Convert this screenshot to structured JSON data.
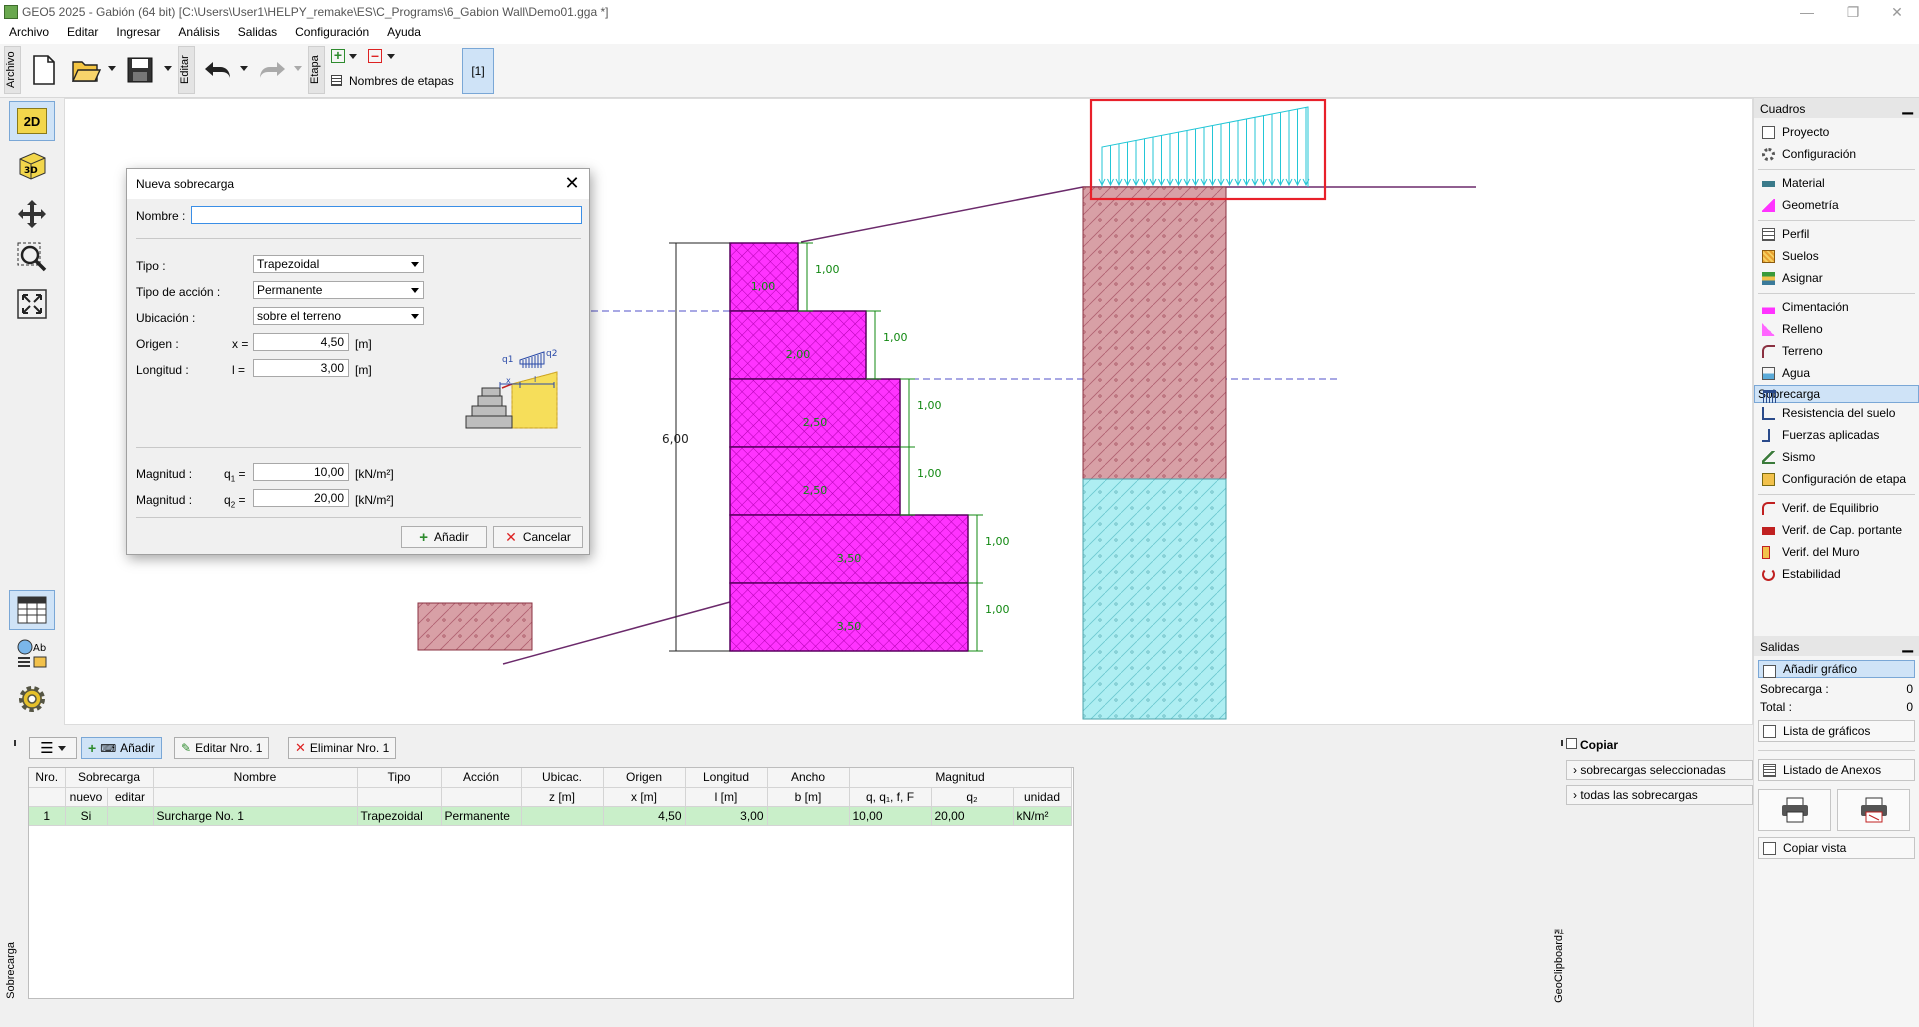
{
  "window": {
    "title": "GEO5 2025 - Gabión (64 bit) [C:\\Users\\User1\\HELPY_remake\\ES\\C_Programs\\6_Gabion Wall\\Demo01.gga *]"
  },
  "menu": [
    "Archivo",
    "Editar",
    "Ingresar",
    "Análisis",
    "Salidas",
    "Configuración",
    "Ayuda"
  ],
  "toolbar": {
    "archivo_tab": "Archivo",
    "editar_tab": "Editar",
    "etapa_tab": "Etapa",
    "stage_names": "Nombres de etapas",
    "stage_number": "[1]"
  },
  "left_tools": {
    "view_2d": "2D",
    "view_3d": "3D"
  },
  "dialog": {
    "title": "Nueva sobrecarga",
    "name_label": "Nombre :",
    "name_value": "",
    "type_label": "Tipo :",
    "type_value": "Trapezoidal",
    "action_label": "Tipo de acción :",
    "action_value": "Permanente",
    "location_label": "Ubicación :",
    "location_value": "sobre el terreno",
    "origin_label": "Origen :",
    "origin_var": "x =",
    "origin_value": "4,50",
    "origin_unit": "[m]",
    "length_label": "Longitud :",
    "length_var": "l =",
    "length_value": "3,00",
    "length_unit": "[m]",
    "mag1_label": "Magnitud :",
    "mag1_var": "q",
    "mag1_sub": "1",
    "mag1_eq": " =",
    "mag1_value": "10,00",
    "mag1_unit": "[kN/m²]",
    "mag2_label": "Magnitud :",
    "mag2_var": "q",
    "mag2_sub": "2",
    "mag2_eq": " =",
    "mag2_value": "20,00",
    "mag2_unit": "[kN/m²]",
    "add_button": "Añadir",
    "cancel_button": "Cancelar",
    "diagram": {
      "q1": "q1",
      "q2": "q2",
      "x": "x",
      "l": "l"
    }
  },
  "drawing": {
    "dims": [
      "1,00",
      "1,00",
      "1,00",
      "1,00",
      "1,00",
      "1,00"
    ],
    "height": "6,00",
    "widths": [
      "1,00",
      "2,00",
      "2,50",
      "2,50",
      "3,50",
      "3,50"
    ]
  },
  "right_panel": {
    "header": "Cuadros",
    "items": [
      "Proyecto",
      "Configuración",
      "Material",
      "Geometría",
      "Perfil",
      "Suelos",
      "Asignar",
      "Cimentación",
      "Relleno",
      "Terreno",
      "Agua",
      "Sobrecarga",
      "Resistencia del suelo",
      "Fuerzas aplicadas",
      "Sismo",
      "Configuración de etapa",
      "Verif. de Equilibrio",
      "Verif. de Cap. portante",
      "Verif. del Muro",
      "Estabilidad"
    ],
    "selected": "Sobrecarga",
    "outputs_header": "Salidas",
    "add_graphic": "Añadir gráfico",
    "sobrecarga_label": "Sobrecarga :",
    "sobrecarga_count": "0",
    "total_label": "Total :",
    "total_count": "0",
    "list_graphics": "Lista de gráficos",
    "list_annexes": "Listado de Anexos",
    "copy_view": "Copiar vista"
  },
  "bottom": {
    "side_label": "Sobrecarga",
    "add": "Añadir",
    "edit": "Editar Nro. 1",
    "delete": "Eliminar Nro. 1",
    "headers1": [
      "Nro.",
      "Sobrecarga",
      "Nombre",
      "Tipo",
      "Acción",
      "Ubicac.",
      "Origen",
      "Longitud",
      "Ancho",
      "Magnitud"
    ],
    "headers2": [
      "",
      "nuevo",
      "editar",
      "",
      "",
      "",
      "z [m]",
      "x [m]",
      "l [m]",
      "b [m]",
      "q, q₁, f, F",
      "q₂",
      "unidad"
    ],
    "row": [
      "1",
      "Si",
      "",
      "Surcharge No. 1",
      "Trapezoidal",
      "Permanente",
      "",
      "4,50",
      "3,00",
      "",
      "10,00",
      "20,00",
      "kN/m²"
    ]
  },
  "clipboard": {
    "title": "Copiar",
    "btn1": "sobrecargas seleccionadas",
    "btn2": "todas las sobrecargas",
    "side_label": "GeoClipboard™"
  }
}
